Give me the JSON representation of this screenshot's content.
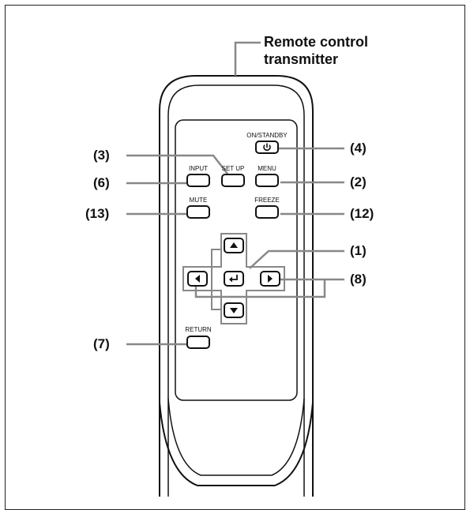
{
  "title": {
    "line1": "Remote control",
    "line2": "transmitter"
  },
  "buttons": {
    "on_standby": "ON/STANDBY",
    "set_up": "SET UP",
    "menu": "MENU",
    "input": "INPUT",
    "mute": "MUTE",
    "freeze": "FREEZE",
    "return": "RETURN"
  },
  "callouts": {
    "c1": "(1)",
    "c2": "(2)",
    "c3": "(3)",
    "c4": "(4)",
    "c6": "(6)",
    "c7": "(7)",
    "c8": "(8)",
    "c12": "(12)",
    "c13": "(13)"
  },
  "icons": {
    "power": "power-icon",
    "up": "triangle-up-icon",
    "down": "triangle-down-icon",
    "left": "triangle-left-icon",
    "right": "triangle-right-icon",
    "enter": "enter-arrow-icon"
  }
}
